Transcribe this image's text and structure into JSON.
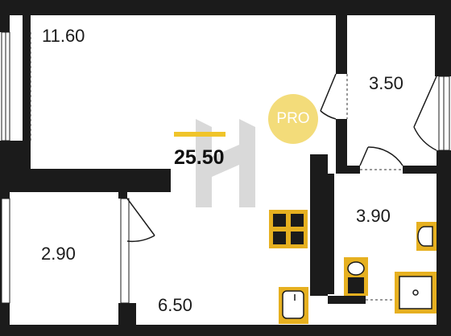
{
  "rooms": {
    "living_room_area": "11.60",
    "loggia_area": "3.50",
    "total_area": "25.50",
    "bathroom_area": "3.90",
    "balcony_area": "2.90",
    "hallway_area": "6.50"
  },
  "badge": {
    "text": "PRO",
    "color": "#f3dc7a"
  },
  "colors": {
    "wall": "#1b1b1b",
    "fixture": "#e6b020",
    "watermark": "#d7d7d7"
  },
  "icons": [
    "stove-icon",
    "sink-icon",
    "toilet-icon",
    "shower-icon",
    "washbasin-icon",
    "door-swing-icon",
    "window-icon",
    "watermark-logo-icon"
  ]
}
